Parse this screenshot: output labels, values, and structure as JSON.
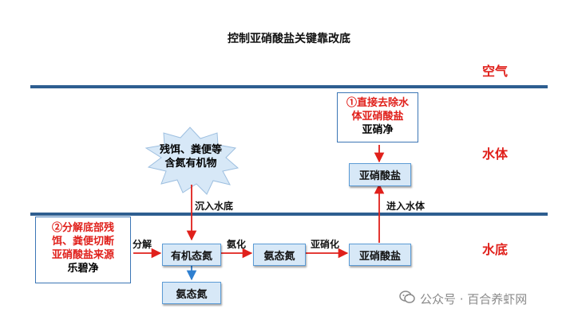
{
  "title": "控制亚硝酸盐关键靠改底",
  "zones": {
    "air": "空气",
    "water": "水体",
    "bottom": "水底"
  },
  "nodes": {
    "source": "残饵、粪便等含氮有机物",
    "organic_n": "有机态氮",
    "ammonia_lower": "氨态氮",
    "ammonia": "氨态氮",
    "nitrite_bottom": "亚硝酸盐",
    "nitrite_water": "亚硝酸盐"
  },
  "edges": {
    "sink": "沉入水底",
    "decompose": "分解",
    "ammonify": "氨化",
    "nitrify": "亚硝化",
    "enter_water": "进入水体"
  },
  "callouts": {
    "top": {
      "line1": "①直接去除水",
      "line2": "体亚硝酸盐",
      "product": "亚硝净"
    },
    "left": {
      "line1": "②分解底部残",
      "line2": "饵、粪便切断",
      "line3": "亚硝酸盐来源",
      "product": "乐碧净"
    }
  },
  "colors": {
    "line": "#2e5e90",
    "node_fill": "#d7e8f7",
    "node_border": "#5b9bd5",
    "red": "#e0201b",
    "blue_arrow": "#2f7fd0"
  },
  "watermark": {
    "icon": "wechat-icon",
    "text": "公众号 · 百合养虾网"
  }
}
